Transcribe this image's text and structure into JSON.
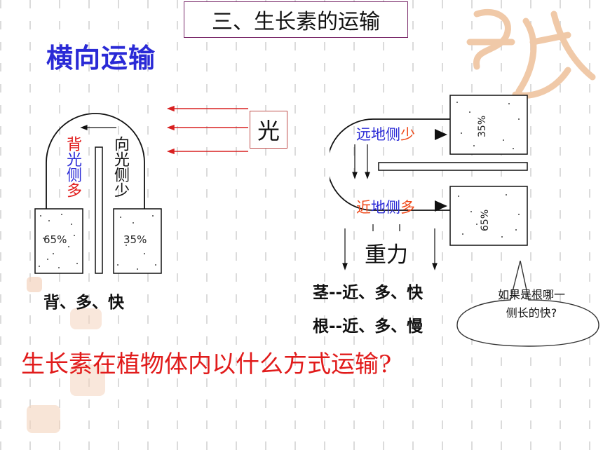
{
  "title": "三、生长素的运输",
  "heading": "横向运输",
  "left_diagram": {
    "light_label": "光",
    "back_side": [
      "背",
      "光",
      "侧",
      "多"
    ],
    "light_side": [
      "向",
      "光",
      "侧",
      "少"
    ],
    "block_left": "65%",
    "block_right": "35%",
    "caption": "背、多、快"
  },
  "right_diagram": {
    "far_side_a": "远地侧",
    "far_side_b": "少",
    "near_side_a": "近",
    "near_side_b": "地侧",
    "near_side_c": "多",
    "block_top": "35%",
    "block_bottom": "65%",
    "gravity": "重力",
    "stem_caption": "茎--近、多、快",
    "root_caption": "根--近、多、慢"
  },
  "bubble": {
    "line1": "如果是根哪一",
    "line2": "侧长的快?"
  },
  "question": "生长素在植物体内以什么方式运输?",
  "colors": {
    "blue": "#2a2ad6",
    "red": "#e11b1b",
    "orange_red": "#f04a1a",
    "deco": "#e8a47a"
  }
}
